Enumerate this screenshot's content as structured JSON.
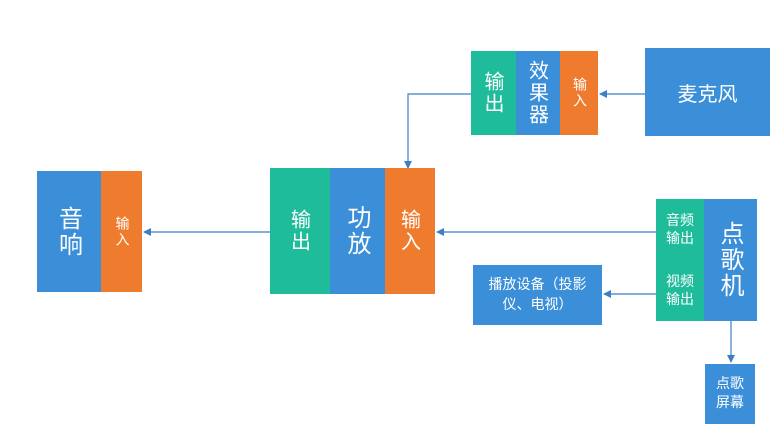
{
  "colors": {
    "blue": "#3b8fd9",
    "green": "#1fbc9c",
    "orange": "#ef7b2f",
    "line": "#3b7fc4"
  },
  "microphone": {
    "label": "麦克风"
  },
  "effects": {
    "output": "输出",
    "label": "效果器",
    "input": "输入"
  },
  "amplifier": {
    "output": "输出",
    "label": "功放",
    "input": "输入"
  },
  "speaker": {
    "label": "音响",
    "input": "输入"
  },
  "karaoke": {
    "label": "点歌机",
    "audio_output": "音频输出",
    "video_output": "视频输出"
  },
  "playback_device": {
    "label": "播放设备（投影仪、电视）"
  },
  "song_screen": {
    "label": "点歌屏幕"
  }
}
